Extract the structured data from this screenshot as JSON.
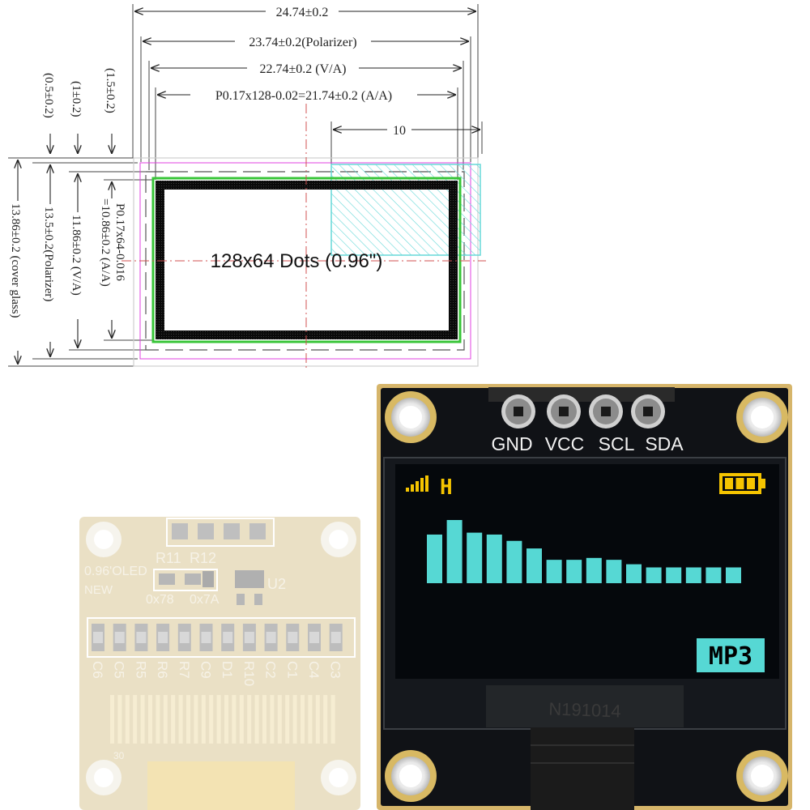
{
  "drawing": {
    "width_total": "24.74±0.2",
    "width_polarizer": "23.74±0.2(Polarizer)",
    "width_va": "22.74±0.2 (V/A)",
    "width_aa": "P0.17x128-0.02=21.74±0.2 (A/A)",
    "offset_10": "10",
    "left_offsets": [
      "(0.5±0.2)",
      "(1±0.2)",
      "(1.5±0.2)"
    ],
    "height_cover_glass": "13.86±0.2 (cover glass)",
    "height_polarizer": "13.5±0.2(Polarizer)",
    "height_va": "11.86±0.2 (V/A)",
    "height_aa_line1": "P0.17x64-0.016",
    "height_aa_line2": "=10.86±0.2 (A/A)",
    "center_label": "128x64 Dots (0.96\")"
  },
  "module": {
    "pin_labels": [
      "GND",
      "VCC",
      "SCL",
      "SDA"
    ],
    "oled": {
      "status_letter": "H",
      "mode_badge": "MP3",
      "spectrum_levels": [
        0.77,
        1.0,
        0.8,
        0.77,
        0.67,
        0.55,
        0.37,
        0.37,
        0.4,
        0.37,
        0.3,
        0.25,
        0.25,
        0.25,
        0.25,
        0.25
      ],
      "signal_levels": [
        0.25,
        0.45,
        0.65,
        0.85,
        1.0
      ],
      "battery_segments": 3,
      "colors": {
        "yellow": "#f5c400",
        "cyan": "#56d8d4",
        "panel": "#05080c",
        "pcb": "#111318",
        "gold": "#d6b56a"
      }
    },
    "glass_serial": "N191014"
  },
  "back_board": {
    "labels": {
      "r11": "R11",
      "r12": "R12",
      "oled_size": "0.96'OLED",
      "new": "NEW",
      "addr1": "0x78",
      "addr2": "0x7A",
      "u2": "U2"
    },
    "component_labels": [
      "C6",
      "C5",
      "R5",
      "R6",
      "R7",
      "C9",
      "D1",
      "R10",
      "C2",
      "C1",
      "C4",
      "C3"
    ],
    "fpc_label": "30"
  }
}
